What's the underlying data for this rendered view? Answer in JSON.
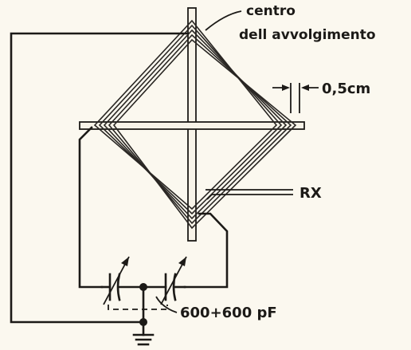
{
  "labels": {
    "center_line1": "centro",
    "center_line2": "dell avvolgimento",
    "spacing": "0,5cm",
    "receiver": "RX",
    "capacitance": "600+600 pF"
  },
  "colors": {
    "ink": "#1c1a17",
    "paper": "#fbf8ef"
  }
}
